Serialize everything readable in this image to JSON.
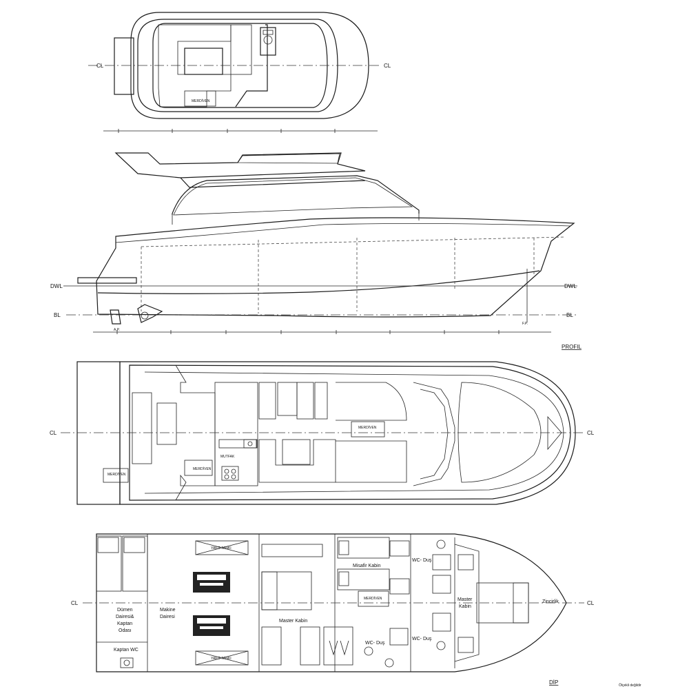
{
  "reference_lines": {
    "centerline": "CL",
    "design_waterline": "DWL",
    "baseline": "BL",
    "aft_perpendicular": "A.P.",
    "forward_perpendicular": "F.P."
  },
  "views": {
    "profile_title": "PROFIL",
    "bottom_title": "DİP"
  },
  "stairs_label": "MERDİVEN",
  "main_deck": {
    "galley_label": "MUTFAK"
  },
  "lower_deck": {
    "rooms": {
      "helm_1": "Dümen",
      "helm_2": "Dairesi&",
      "helm_3": "Kaptan",
      "helm_4": "Odası",
      "captain_wc": "Kaptan WC",
      "engine_1": "Makine",
      "engine_2": "Dairesi",
      "master_aft": "Master Kabin",
      "guest": "Misafir Kabin",
      "wc_shower_upper": "WC- Duş",
      "wc_shower_mid": "WC- Duş",
      "wc_shower_lower": "WC- Duş",
      "master_fwd_1": "Master",
      "master_fwd_2": "Kabin",
      "chain_locker": "Zincirlik"
    },
    "tank_label": "YAKIT TANKI",
    "scale_note": "Ölçekli değildir"
  },
  "colors": {
    "line": "#1a1a1a",
    "hatch": "#555555",
    "background": "#ffffff"
  }
}
